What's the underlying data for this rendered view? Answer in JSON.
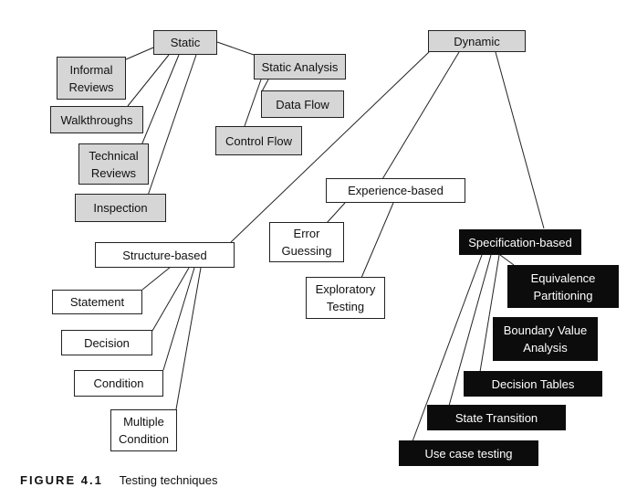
{
  "nodes": {
    "static": "Static",
    "informal_reviews": "Informal\nReviews",
    "walkthroughs": "Walkthroughs",
    "technical_reviews": "Technical\nReviews",
    "inspection": "Inspection",
    "static_analysis": "Static Analysis",
    "data_flow": "Data Flow",
    "control_flow": "Control Flow",
    "dynamic": "Dynamic",
    "experience_based": "Experience-based",
    "error_guessing": "Error\nGuessing",
    "exploratory_testing": "Exploratory\nTesting",
    "structure_based": "Structure-based",
    "statement": "Statement",
    "decision": "Decision",
    "condition": "Condition",
    "multiple_condition": "Multiple\nCondition",
    "specification_based": "Specification-based",
    "equivalence_partitioning": "Equivalence\nPartitioning",
    "boundary_value_analysis": "Boundary Value\nAnalysis",
    "decision_tables": "Decision Tables",
    "state_transition": "State Transition",
    "use_case_testing": "Use case testing"
  },
  "caption": {
    "figure": "FIGURE 4.1",
    "title": "Testing techniques"
  }
}
